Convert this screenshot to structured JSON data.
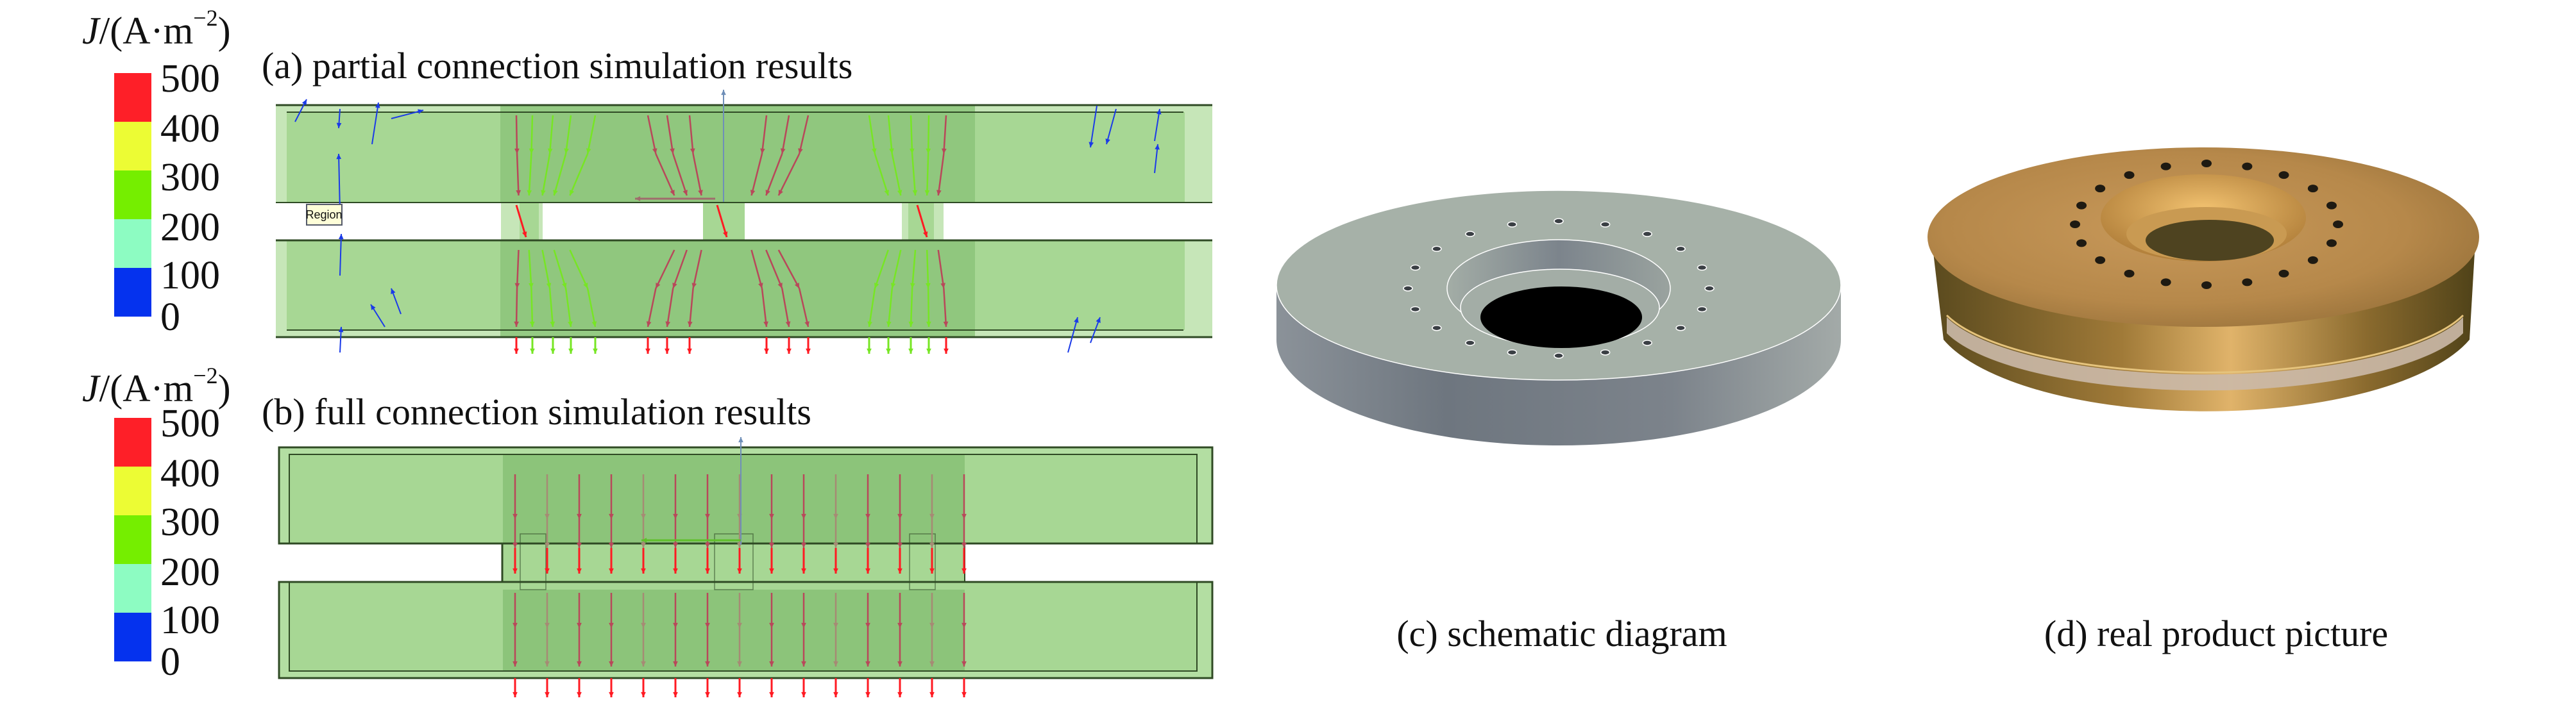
{
  "legend": {
    "title_var": "J",
    "title_unit_prefix": "/(A·m",
    "title_exponent": "−2",
    "title_suffix": ")",
    "ticks": [
      "500",
      "400",
      "300",
      "200",
      "100",
      "0"
    ],
    "bands": [
      {
        "range": "400-500",
        "color": "#fe1f28"
      },
      {
        "range": "300-400",
        "color": "#ecfc34"
      },
      {
        "range": "200-300",
        "color": "#75ee00"
      },
      {
        "range": "100-200",
        "color": "#8dfcc2"
      },
      {
        "range": "0-100",
        "color": "#0532ee"
      }
    ]
  },
  "panels": {
    "a": {
      "label": "(a) partial connection simulation results",
      "tooltip": "Region",
      "connection": "partial"
    },
    "b": {
      "label": "(b) full connection simulation results",
      "connection": "full"
    },
    "c": {
      "label": "(c) schematic diagram",
      "bolt_holes": 20
    },
    "d": {
      "label": "(d) real product picture",
      "bolt_holes": 20
    }
  },
  "colors": {
    "plate_light": "#c6e6b8",
    "plate_mid": "#a7d794",
    "plate_dark": "#8cc47a",
    "outline": "#2f4a24",
    "arrow_red": "#b8485a",
    "arrow_bright_red": "#ff1a22",
    "arrow_green": "#77e624",
    "arrow_blue": "#1a3ae8",
    "disc_top": "#a6b1a8",
    "disc_side": "#7c838a",
    "bronze": "#b98d4e"
  }
}
